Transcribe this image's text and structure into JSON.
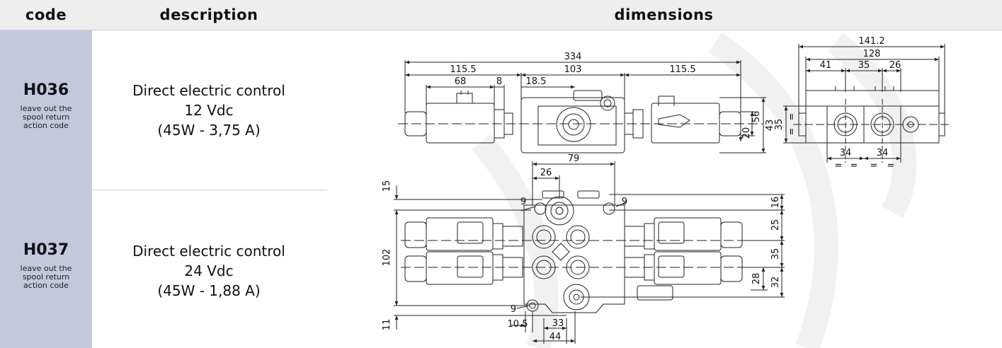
{
  "header": {
    "code": "code",
    "description": "description",
    "dimensions": "dimensions"
  },
  "rows": [
    {
      "code": "H036",
      "note": [
        "leave out the",
        "spool return",
        "action code"
      ],
      "desc": [
        "Direct electric control",
        "12 Vdc",
        "(45W - 3,75 A)"
      ]
    },
    {
      "code": "H037",
      "note": [
        "leave out the",
        "spool return",
        "action code"
      ],
      "desc": [
        "Direct electric control",
        "24 Vdc",
        "(45W - 1,88 A)"
      ]
    }
  ],
  "drawing": {
    "front": {
      "d334": "334",
      "d115a": "115.5",
      "d103": "103",
      "d115b": "115.5",
      "d68": "68",
      "d8": "8",
      "d18": "18.5",
      "d56": "56",
      "d43": "43",
      "d20": "20"
    },
    "side": {
      "d141": "141.2",
      "d128": "128",
      "d41": "41",
      "d35": "35",
      "d26": "26",
      "d35v": "35",
      "d34a": "34",
      "d34b": "34",
      "eq": "="
    },
    "top": {
      "d79": "79",
      "d26": "26",
      "d15": "15",
      "d102": "102",
      "d11": "11",
      "d9a": "9",
      "d9b": "9",
      "d9c": "9",
      "d105": "10.5",
      "d33": "33",
      "d44": "44",
      "d16": "16",
      "d25": "25",
      "d35": "35",
      "d28": "28",
      "d32": "32"
    }
  },
  "colors": {
    "header_bg": "#eeeeee",
    "code_col": "#c3c8dd",
    "line": "#222222"
  }
}
